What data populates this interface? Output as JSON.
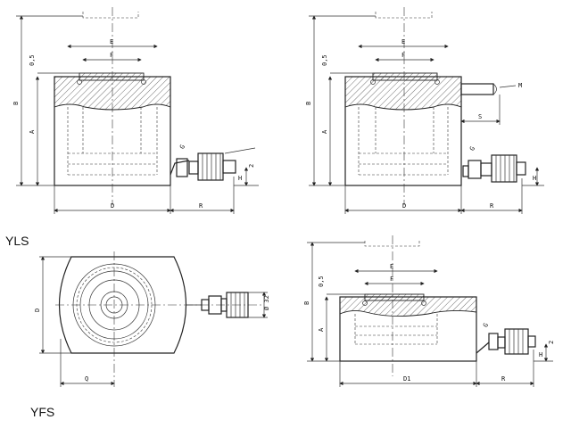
{
  "captions": {
    "yls": "YLS",
    "yfs": "YFS"
  },
  "dims": {
    "E": "E",
    "F": "F",
    "B": "B",
    "A": "A",
    "D": "D",
    "R": "R",
    "H": "H",
    "G": "G",
    "gap": "0,5",
    "M": "M",
    "S": "S",
    "Q": "Q",
    "D1": "D1",
    "dia": "Ø 32",
    "small": "2"
  }
}
